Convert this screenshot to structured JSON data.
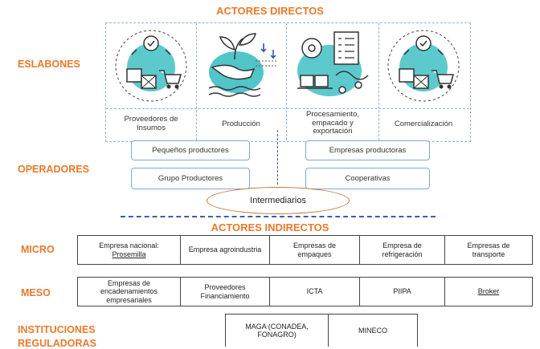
{
  "header": {
    "direct_title": "ACTORES DIRECTOS",
    "indirect_title": "ACTORES INDIRECTOS"
  },
  "labels": {
    "eslabones": "ESLABONES",
    "operadores": "OPERADORES",
    "micro": "MICRO",
    "meso": "MESO",
    "instituciones_1": "INSTITUCIONES",
    "instituciones_2": "REGULADORAS"
  },
  "stages": [
    {
      "label": "Proveedores de Insumos",
      "icon": "supply-cart-icon"
    },
    {
      "label": "Producción",
      "icon": "plant-hand-icon"
    },
    {
      "label": "Procesamiento, empacado y exportación",
      "icon": "processing-checklist-icon"
    },
    {
      "label": "Comercialización",
      "icon": "commerce-cart-icon"
    }
  ],
  "operators": {
    "left": [
      "Pequeños productores",
      "Grupo Productores"
    ],
    "right": [
      "Empresas productoras",
      "Cooperativas"
    ],
    "intermediarios": "Intermediarios"
  },
  "micro": [
    {
      "line1": "Empresa nacional:",
      "line2": "Prosemilla"
    },
    {
      "line1": "Empresa agroindustria",
      "line2": ""
    },
    {
      "line1": "Empresas de",
      "line2": "empaques"
    },
    {
      "line1": "Empresa de",
      "line2": "refrigeración"
    },
    {
      "line1": "Empresas de",
      "line2": "transporte"
    }
  ],
  "meso": [
    {
      "line1": "Empresas de encadenamientos",
      "line2": "empresariales"
    },
    {
      "line1": "Proveedores",
      "line2": "Financiamiento"
    },
    {
      "line1": "ICTA",
      "line2": ""
    },
    {
      "line1": "PIIPA",
      "line2": ""
    },
    {
      "line1": "Broker",
      "line2": ""
    }
  ],
  "instituciones": [
    {
      "line1": "MAGA (CONADEA,",
      "line2": "FONAGRO)"
    },
    {
      "line1": "MINECO",
      "line2": ""
    }
  ],
  "colors": {
    "accent": "#e8792b",
    "teal": "#3fbfc4",
    "blue_dash": "#3b5fb0",
    "line": "#7fa6d6"
  }
}
